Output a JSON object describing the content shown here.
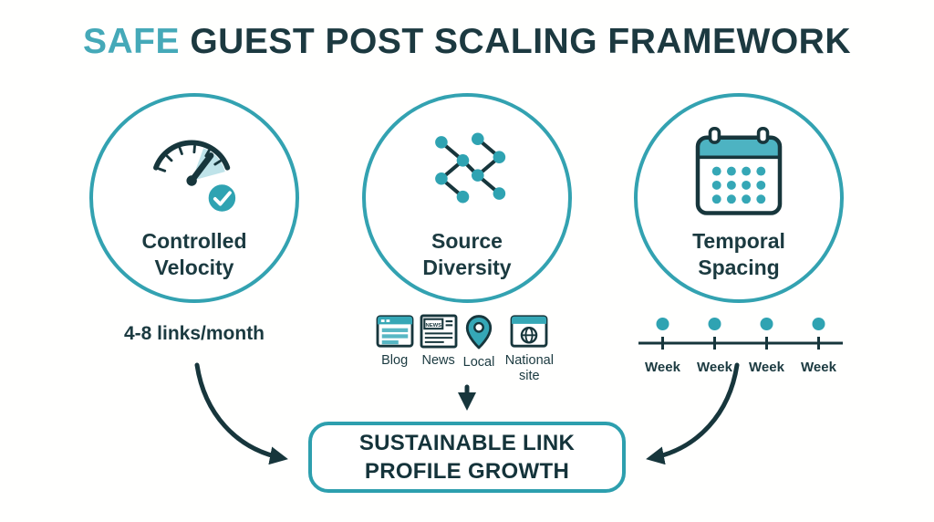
{
  "title": {
    "highlight": "SAFE",
    "rest": "GUEST POST SCALING FRAMEWORK"
  },
  "pillars": [
    {
      "line1": "Controlled",
      "line2": "Velocity",
      "note": "4-8 links/month"
    },
    {
      "line1": "Source",
      "line2": "Diversity",
      "sources": [
        "Blog",
        "News",
        "Local",
        "National site"
      ]
    },
    {
      "line1": "Temporal",
      "line2": "Spacing",
      "weeks": [
        "Week",
        "Week",
        "Week",
        "Week"
      ]
    }
  ],
  "icons": {
    "velocity": "speedometer-with-check",
    "diversity": "network-nodes",
    "temporal": "calendar-dots",
    "sources": [
      "browser-blog",
      "newspaper",
      "map-pin",
      "browser-globe"
    ],
    "news_text": "NEWS"
  },
  "outcome": {
    "line1": "SUSTAINABLE LINK",
    "line2": "PROFILE GROWTH"
  },
  "colors": {
    "teal": "#35A7B6",
    "teal_border": "#33A2B1",
    "light_teal": "#BFE3E9",
    "dark_text": "#1B3A40",
    "title_highlight": "#45A9B8",
    "background": "#FFFFFE"
  }
}
